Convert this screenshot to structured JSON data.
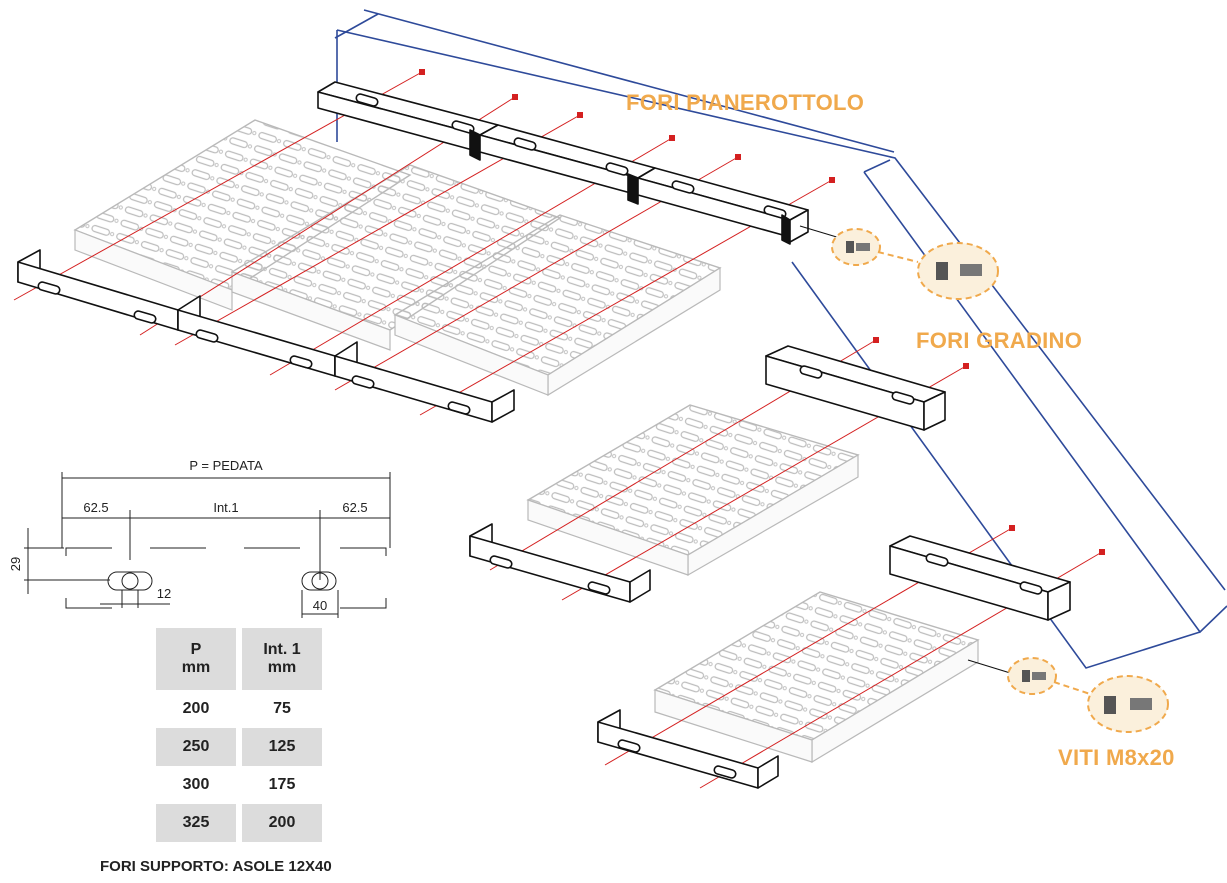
{
  "labels": {
    "fori_pianerottolo": "FORI PIANEROTTOLO",
    "fori_gradino": "FORI GRADINO",
    "viti": "VITI M8x20",
    "fori_supporto": "FORI  SUPPORTO: ASOLE 12X40"
  },
  "dimensions": {
    "pedata": "P = PEDATA",
    "left_margin": "62.5",
    "interval": "Int.1",
    "right_margin": "62.5",
    "height": "29",
    "slot_width": "12",
    "slot_length": "40"
  },
  "table": {
    "header_p": "P",
    "header_p_unit": "mm",
    "header_int": "Int. 1",
    "header_int_unit": "mm",
    "rows": [
      [
        "200",
        "75"
      ],
      [
        "250",
        "125"
      ],
      [
        "300",
        "175"
      ],
      [
        "325",
        "200"
      ]
    ]
  },
  "colors": {
    "accent": "#f0a94c",
    "wall": "#2e4a9a",
    "axis": "#d42020",
    "grating": "#b9b9b9",
    "table_shade": "#dcdcdc"
  }
}
